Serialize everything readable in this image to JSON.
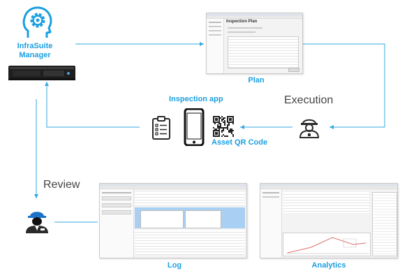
{
  "nodes": {
    "manager": {
      "label_line1": "InfraSuite",
      "label_line2": "Manager"
    },
    "plan": {
      "label": "Plan",
      "window_title": "Inspection Plan"
    },
    "execution": {
      "label": "Execution"
    },
    "inspection_app": {
      "label": "Inspection app"
    },
    "asset_qr": {
      "label": "Asset QR Code"
    },
    "review": {
      "label": "Review"
    },
    "log": {
      "label": "Log"
    },
    "analytics": {
      "label": "Analytics"
    }
  },
  "colors": {
    "accent": "#1a9fe0",
    "line": "#36a9e1",
    "text_gray": "#444444",
    "icon_dark": "#2b2b2b"
  },
  "icons": [
    "gear-head-icon",
    "server-rack-icon",
    "clipboard-checklist-icon",
    "smartphone-icon",
    "qr-code-icon",
    "engineer-hardhat-icon",
    "reviewer-hardhat-icon"
  ]
}
